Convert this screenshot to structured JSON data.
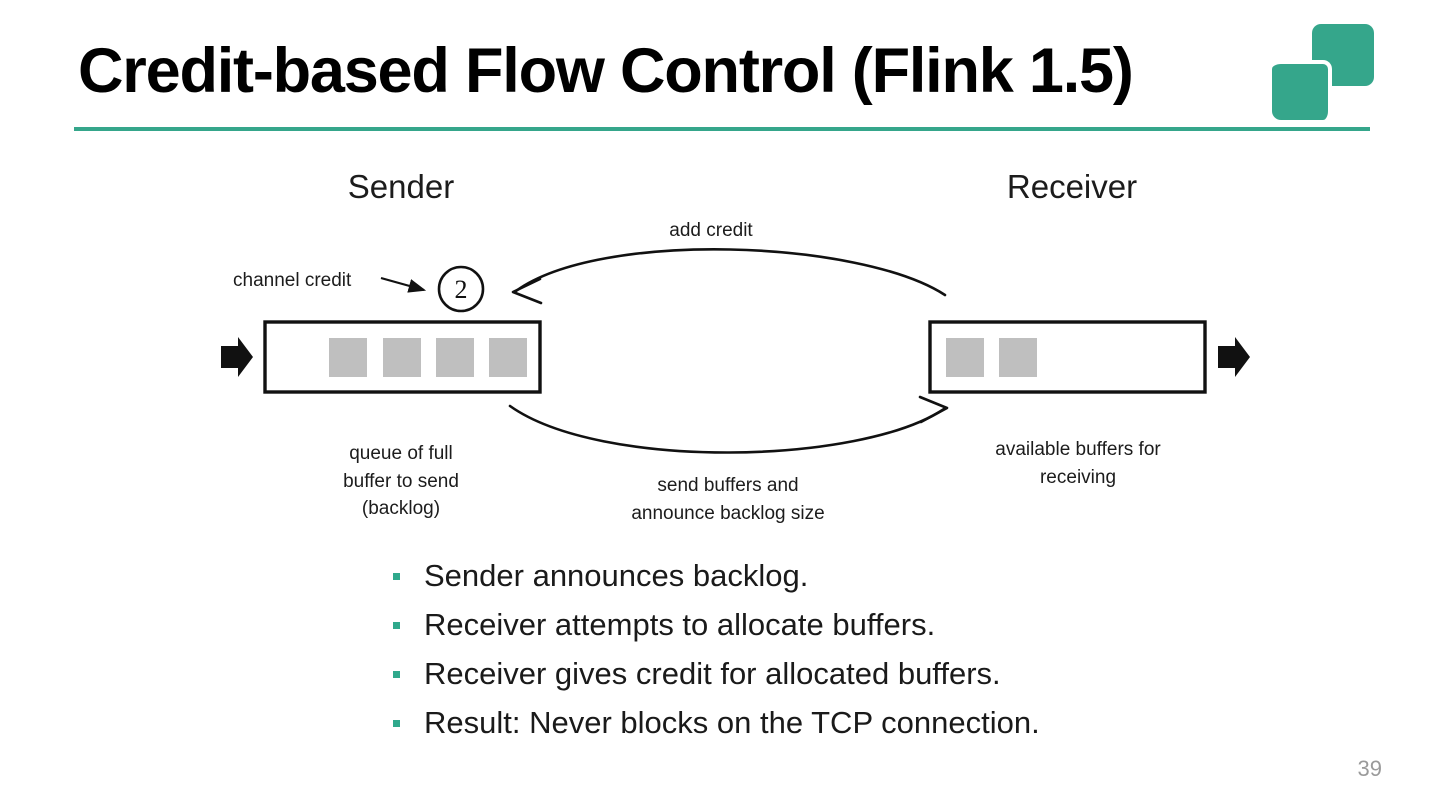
{
  "slide": {
    "title": "Credit-based Flow Control (Flink 1.5)",
    "page_number": "39",
    "accent_color": "#35a68b",
    "bullet_color": "#2fa98c",
    "page_number_color": "#9a9a9a"
  },
  "logo": {
    "name": "apache-flink-logo",
    "color": "#35a68b"
  },
  "diagram": {
    "headings": {
      "sender": "Sender",
      "receiver": "Receiver"
    },
    "channel_credit": {
      "label": "channel credit",
      "value": "2"
    },
    "arrows": {
      "add_credit": "add credit",
      "send_buffers_line1": "send buffers and",
      "send_buffers_line2": "announce backlog size"
    },
    "sender_caption": {
      "line1": "queue of full",
      "line2": "buffer to send",
      "line3": "(backlog)"
    },
    "receiver_caption": {
      "line1": "available buffers for",
      "line2": "receiving"
    },
    "sender_buffer": {
      "total_slots": 4,
      "filled_slots": 4,
      "fill_color": "#bfbfbf"
    },
    "receiver_buffer": {
      "total_slots": 2,
      "filled_slots": 2,
      "fill_color": "#bfbfbf"
    }
  },
  "bullets": [
    {
      "text": "Sender announces backlog."
    },
    {
      "text": "Receiver attempts to allocate buffers."
    },
    {
      "text": "Receiver gives credit for allocated buffers."
    },
    {
      "text": "Result: Never blocks on the TCP connection."
    }
  ]
}
